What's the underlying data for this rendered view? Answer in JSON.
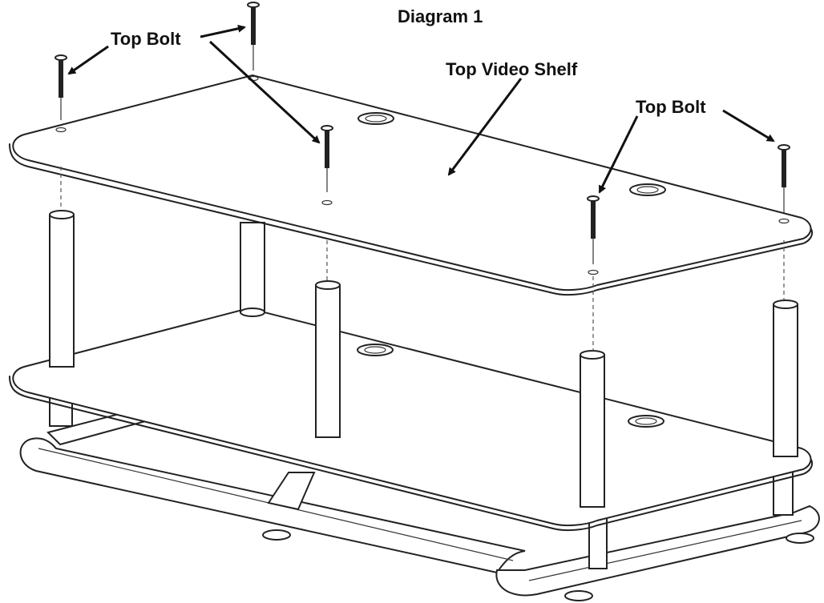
{
  "diagram": {
    "title": "Diagram 1",
    "labels": {
      "top_bolt_left": "Top Bolt",
      "top_bolt_right": "Top Bolt",
      "top_video_shelf": "Top Video Shelf"
    },
    "colors": {
      "ink": "#222222",
      "paper": "#ffffff"
    }
  }
}
